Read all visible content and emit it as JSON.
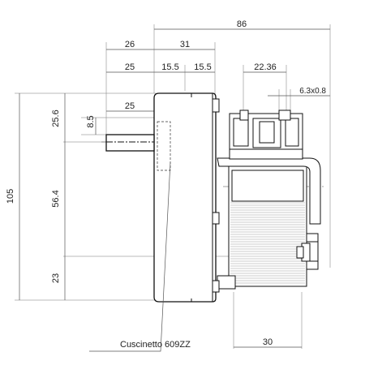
{
  "dimensions": {
    "overall_width": "86",
    "to_shaft_face": "26",
    "gearbox_width": "31",
    "coil_offset": "25",
    "gear_half_left": "15.5",
    "gear_half_right": "15.5",
    "terminal_spacing": "22.36",
    "terminal_size": "6.3x0.8",
    "shaft_length": "25",
    "shaft_offset": "8.5",
    "top_to_shaft": "25.6",
    "total_height": "105",
    "shaft_to_mount": "56.4",
    "mount_to_bottom": "23",
    "motor_width": "30"
  },
  "callout": {
    "bearing_label": "Cuscinetto 609ZZ"
  }
}
